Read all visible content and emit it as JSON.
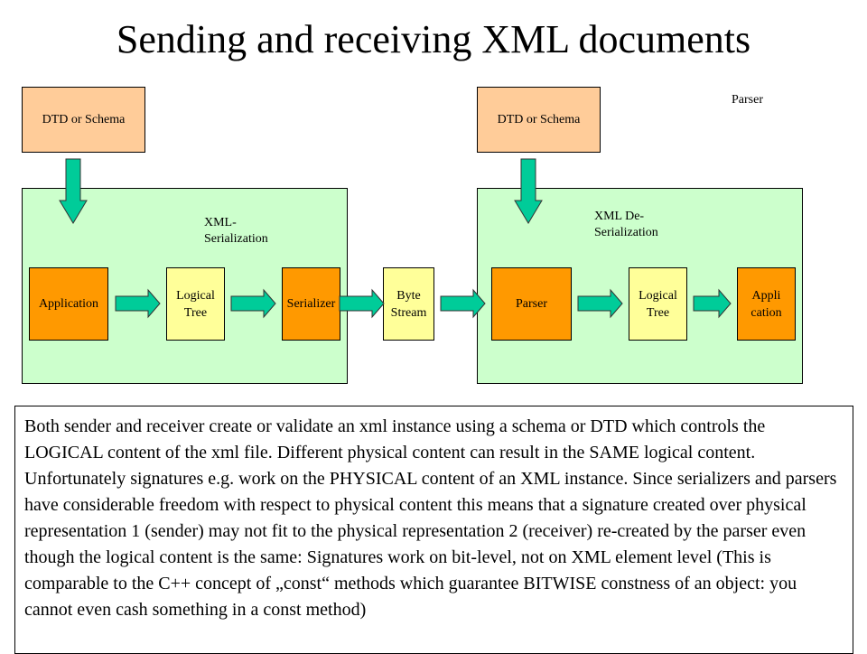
{
  "title": "Sending and receiving XML documents",
  "parser_label": "Parser",
  "sender": {
    "schema": "DTD or Schema",
    "group_label_1": "XML-",
    "group_label_2": "Serialization",
    "application": "Application",
    "logical_tree_1": "Logical",
    "logical_tree_2": "Tree",
    "serializer": "Serializer"
  },
  "byte_stream_1": "Byte",
  "byte_stream_2": "Stream",
  "receiver": {
    "schema": "DTD or Schema",
    "group_label_1": "XML De-",
    "group_label_2": "Serialization",
    "parser": "Parser",
    "logical_tree_1": "Logical",
    "logical_tree_2": "Tree",
    "application_1": "Appli",
    "application_2": "cation"
  },
  "description": "Both sender and receiver create or validate an xml instance using a schema or DTD which controls the LOGICAL content of the xml file. Different physical content can result in the SAME logical content. Unfortunately signatures e.g. work on the PHYSICAL content of an XML instance. Since serializers and parsers have considerable freedom with respect to physical content this means that a signature created over physical representation 1 (sender) may not fit to the physical representation 2 (receiver) re-created by the parser even though the logical content is the same: Signatures work on bit-level, not on XML element level (This is comparable to the C++ concept of „const“ methods which guarantee BITWISE constness of an object: you cannot even cash something in a const method)",
  "colors": {
    "group": "#ccffcc",
    "process": "#ff9900",
    "data": "#ffff99",
    "schema": "#ffcc99",
    "arrow": "#00cc99"
  }
}
